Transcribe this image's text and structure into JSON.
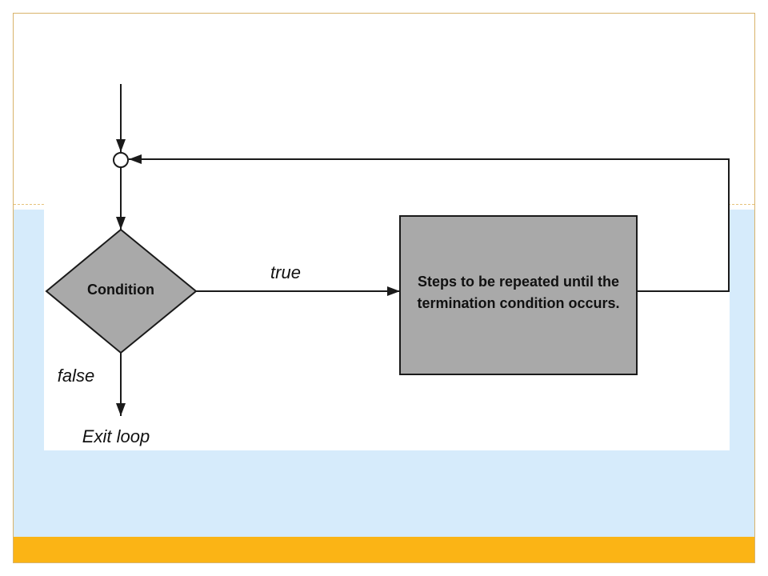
{
  "diagram": {
    "condition_label": "Condition",
    "true_label": "true",
    "false_label": "false",
    "step_lines": [
      "Steps to be repeated until the",
      "termination condition occurs."
    ],
    "exit_label": "Exit loop"
  },
  "colors": {
    "shape_fill": "#a9a9a9",
    "stroke": "#1a1a1a",
    "slide_blue": "#d6ebfb",
    "slide_accent": "#fbb415",
    "slide_border": "#d9b36a"
  }
}
